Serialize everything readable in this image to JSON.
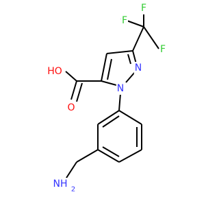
{
  "molecule": {
    "colors": {
      "bond": "#000000",
      "carbon": "#000000",
      "nitrogen": "#3333ff",
      "oxygen": "#ff0d0d",
      "fluorine": "#33cc33"
    },
    "labels": {
      "f_top_left": "F",
      "f_top_right": "F",
      "f_right": "F",
      "ho": "HO",
      "n_ring": "N",
      "n_ring_sub": "N",
      "o_carbonyl": "O",
      "nh2": "NH",
      "nh2_sub": "2"
    }
  }
}
